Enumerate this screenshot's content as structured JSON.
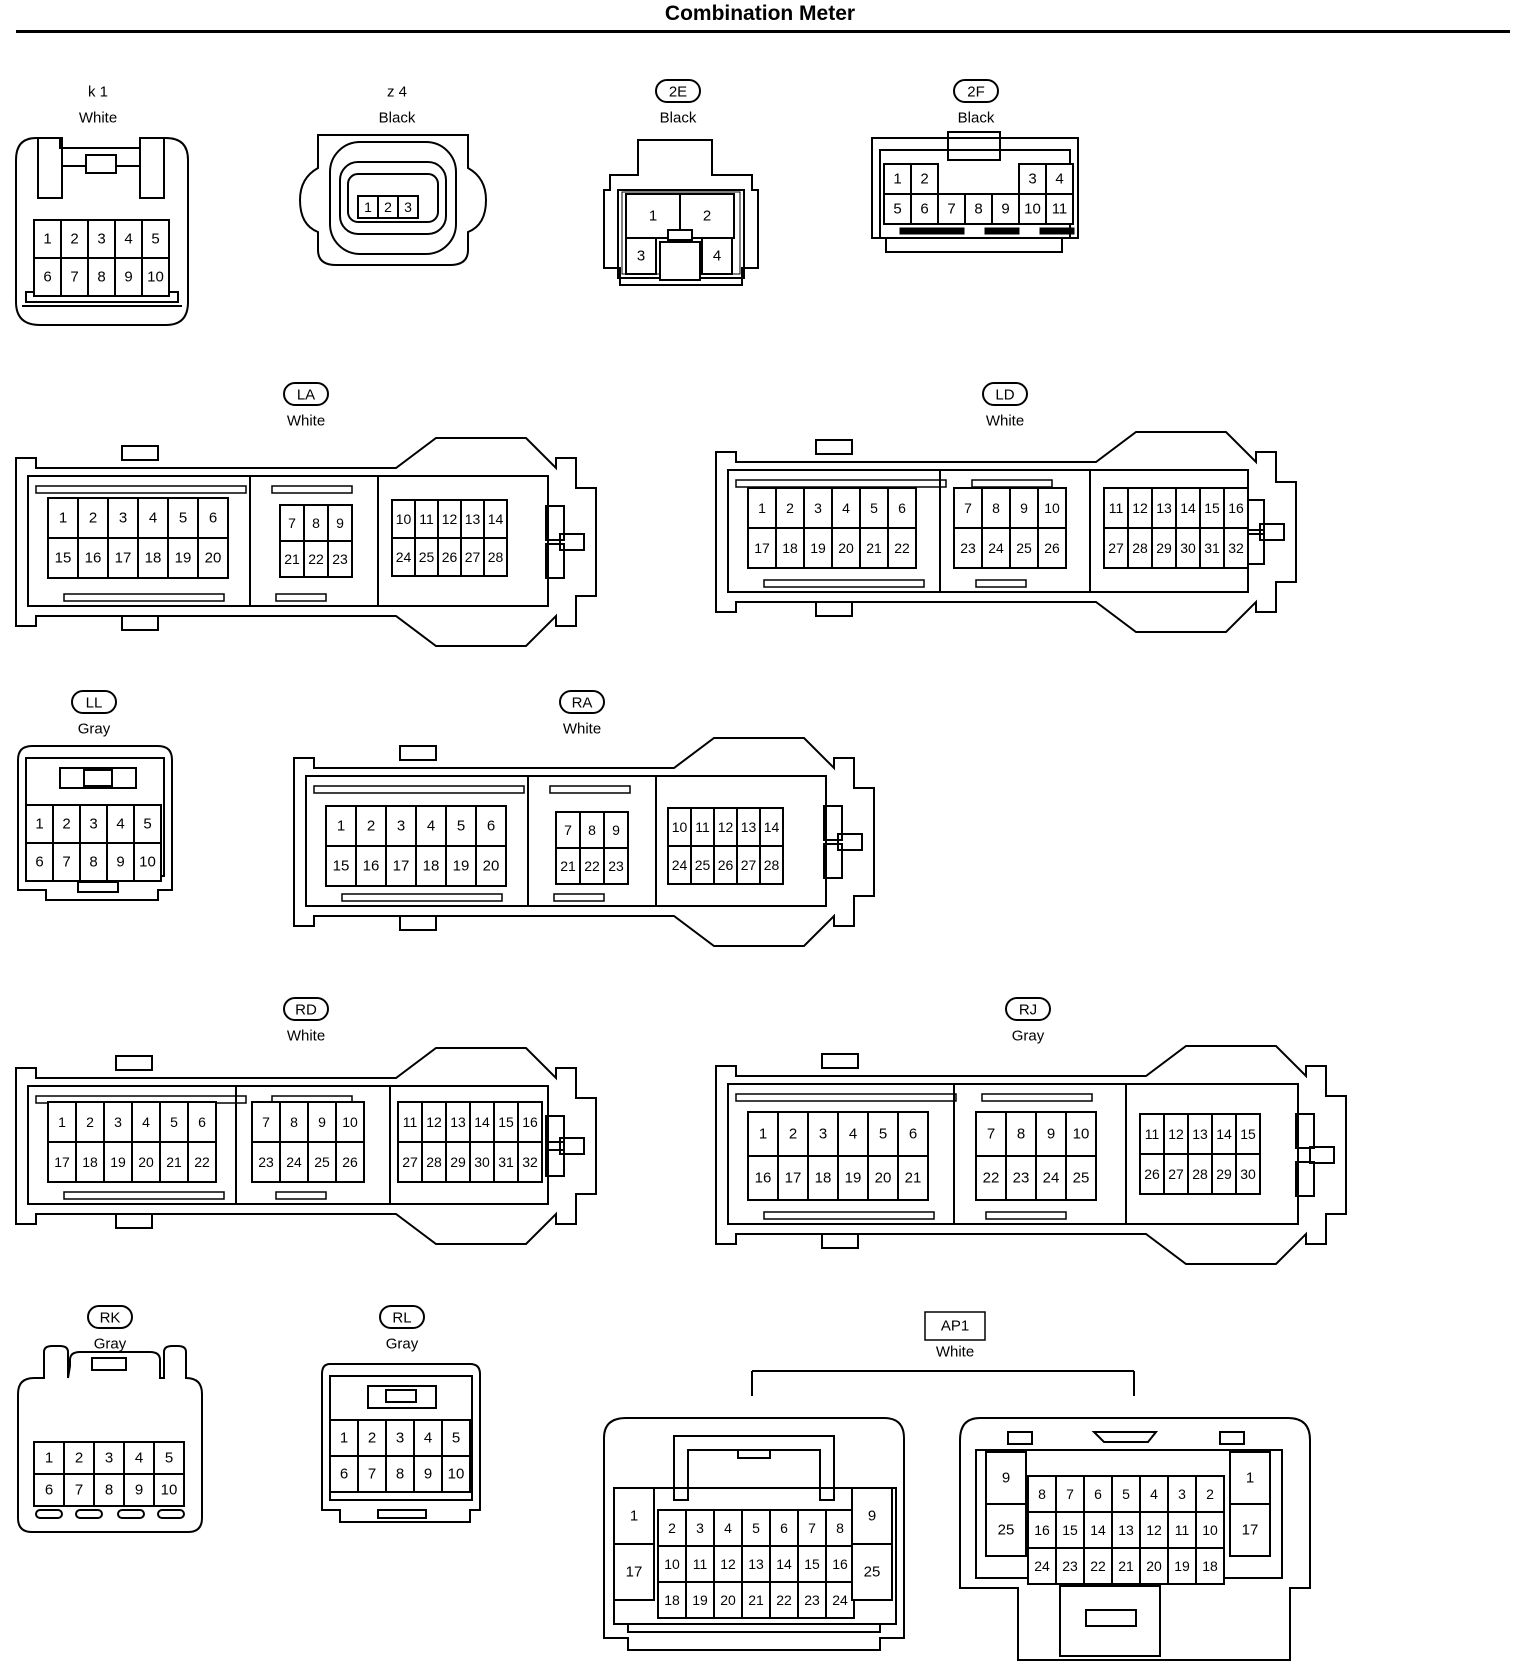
{
  "title": "Combination Meter",
  "connectors": [
    {
      "id": "k1",
      "code": "k 1",
      "color": "White",
      "boxed": false,
      "rows": [
        [
          "1",
          "2",
          "3",
          "4",
          "5"
        ],
        [
          "6",
          "7",
          "8",
          "9",
          "10"
        ]
      ]
    },
    {
      "id": "z4",
      "code": "z 4",
      "color": "Black",
      "boxed": false,
      "rows": [
        [
          "1",
          "2",
          "3"
        ]
      ]
    },
    {
      "id": "2E",
      "code": "2E",
      "color": "Black",
      "boxed": "oval",
      "rows": [
        [
          "1",
          "2"
        ],
        [
          "3",
          "4"
        ]
      ]
    },
    {
      "id": "2F",
      "code": "2F",
      "color": "Black",
      "boxed": "oval",
      "rows": [
        [
          "1",
          "2",
          "",
          "",
          "",
          "3",
          "4"
        ],
        [
          "5",
          "6",
          "7",
          "8",
          "9",
          "10",
          "11"
        ]
      ]
    },
    {
      "id": "LA",
      "code": "LA",
      "color": "White",
      "boxed": "oval",
      "blocks": [
        [
          [
            "1",
            "2",
            "3",
            "4",
            "5",
            "6"
          ],
          [
            "15",
            "16",
            "17",
            "18",
            "19",
            "20"
          ]
        ],
        [
          [
            "7",
            "8",
            "9"
          ],
          [
            "21",
            "22",
            "23"
          ]
        ],
        [
          [
            "10",
            "11",
            "12",
            "13",
            "14"
          ],
          [
            "24",
            "25",
            "26",
            "27",
            "28"
          ]
        ]
      ]
    },
    {
      "id": "LD",
      "code": "LD",
      "color": "White",
      "boxed": "oval",
      "blocks": [
        [
          [
            "1",
            "2",
            "3",
            "4",
            "5",
            "6"
          ],
          [
            "17",
            "18",
            "19",
            "20",
            "21",
            "22"
          ]
        ],
        [
          [
            "7",
            "8",
            "9",
            "10"
          ],
          [
            "23",
            "24",
            "25",
            "26"
          ]
        ],
        [
          [
            "11",
            "12",
            "13",
            "14",
            "15",
            "16"
          ],
          [
            "27",
            "28",
            "29",
            "30",
            "31",
            "32"
          ]
        ]
      ]
    },
    {
      "id": "LL",
      "code": "LL",
      "color": "Gray",
      "boxed": "oval",
      "rows": [
        [
          "1",
          "2",
          "3",
          "4",
          "5"
        ],
        [
          "6",
          "7",
          "8",
          "9",
          "10"
        ]
      ]
    },
    {
      "id": "RA",
      "code": "RA",
      "color": "White",
      "boxed": "oval",
      "blocks": [
        [
          [
            "1",
            "2",
            "3",
            "4",
            "5",
            "6"
          ],
          [
            "15",
            "16",
            "17",
            "18",
            "19",
            "20"
          ]
        ],
        [
          [
            "7",
            "8",
            "9"
          ],
          [
            "21",
            "22",
            "23"
          ]
        ],
        [
          [
            "10",
            "11",
            "12",
            "13",
            "14"
          ],
          [
            "24",
            "25",
            "26",
            "27",
            "28"
          ]
        ]
      ]
    },
    {
      "id": "RD",
      "code": "RD",
      "color": "White",
      "boxed": "oval",
      "blocks": [
        [
          [
            "1",
            "2",
            "3",
            "4",
            "5",
            "6"
          ],
          [
            "17",
            "18",
            "19",
            "20",
            "21",
            "22"
          ]
        ],
        [
          [
            "7",
            "8",
            "9",
            "10"
          ],
          [
            "23",
            "24",
            "25",
            "26"
          ]
        ],
        [
          [
            "11",
            "12",
            "13",
            "14",
            "15",
            "16"
          ],
          [
            "27",
            "28",
            "29",
            "30",
            "31",
            "32"
          ]
        ]
      ]
    },
    {
      "id": "RJ",
      "code": "RJ",
      "color": "Gray",
      "boxed": "oval",
      "blocks": [
        [
          [
            "1",
            "2",
            "3",
            "4",
            "5",
            "6"
          ],
          [
            "16",
            "17",
            "18",
            "19",
            "20",
            "21"
          ]
        ],
        [
          [
            "7",
            "8",
            "9",
            "10"
          ],
          [
            "22",
            "23",
            "24",
            "25"
          ]
        ],
        [
          [
            "11",
            "12",
            "13",
            "14",
            "15"
          ],
          [
            "26",
            "27",
            "28",
            "29",
            "30"
          ]
        ]
      ]
    },
    {
      "id": "RK",
      "code": "RK",
      "color": "Gray",
      "boxed": "oval",
      "rows": [
        [
          "1",
          "2",
          "3",
          "4",
          "5"
        ],
        [
          "6",
          "7",
          "8",
          "9",
          "10"
        ]
      ]
    },
    {
      "id": "RL",
      "code": "RL",
      "color": "Gray",
      "boxed": "oval",
      "rows": [
        [
          "1",
          "2",
          "3",
          "4",
          "5"
        ],
        [
          "6",
          "7",
          "8",
          "9",
          "10"
        ]
      ]
    },
    {
      "id": "AP1",
      "code": "AP1",
      "color": "White",
      "boxed": "rect",
      "halves": [
        {
          "side": [
            [
              "1"
            ],
            [
              "17"
            ]
          ],
          "main": [
            [
              "2",
              "3",
              "4",
              "5",
              "6",
              "7",
              "8"
            ],
            [
              "10",
              "11",
              "12",
              "13",
              "14",
              "15",
              "16"
            ],
            [
              "18",
              "19",
              "20",
              "21",
              "22",
              "23",
              "24"
            ]
          ],
          "side2": [
            [
              "9"
            ],
            [
              "25"
            ]
          ]
        },
        {
          "side": [
            [
              "9"
            ],
            [
              "25"
            ]
          ],
          "main": [
            [
              "8",
              "7",
              "6",
              "5",
              "4",
              "3",
              "2"
            ],
            [
              "16",
              "15",
              "14",
              "13",
              "12",
              "11",
              "10"
            ],
            [
              "24",
              "23",
              "22",
              "21",
              "20",
              "19",
              "18"
            ]
          ],
          "side2": [
            [
              "1"
            ],
            [
              "17"
            ]
          ]
        }
      ]
    }
  ]
}
